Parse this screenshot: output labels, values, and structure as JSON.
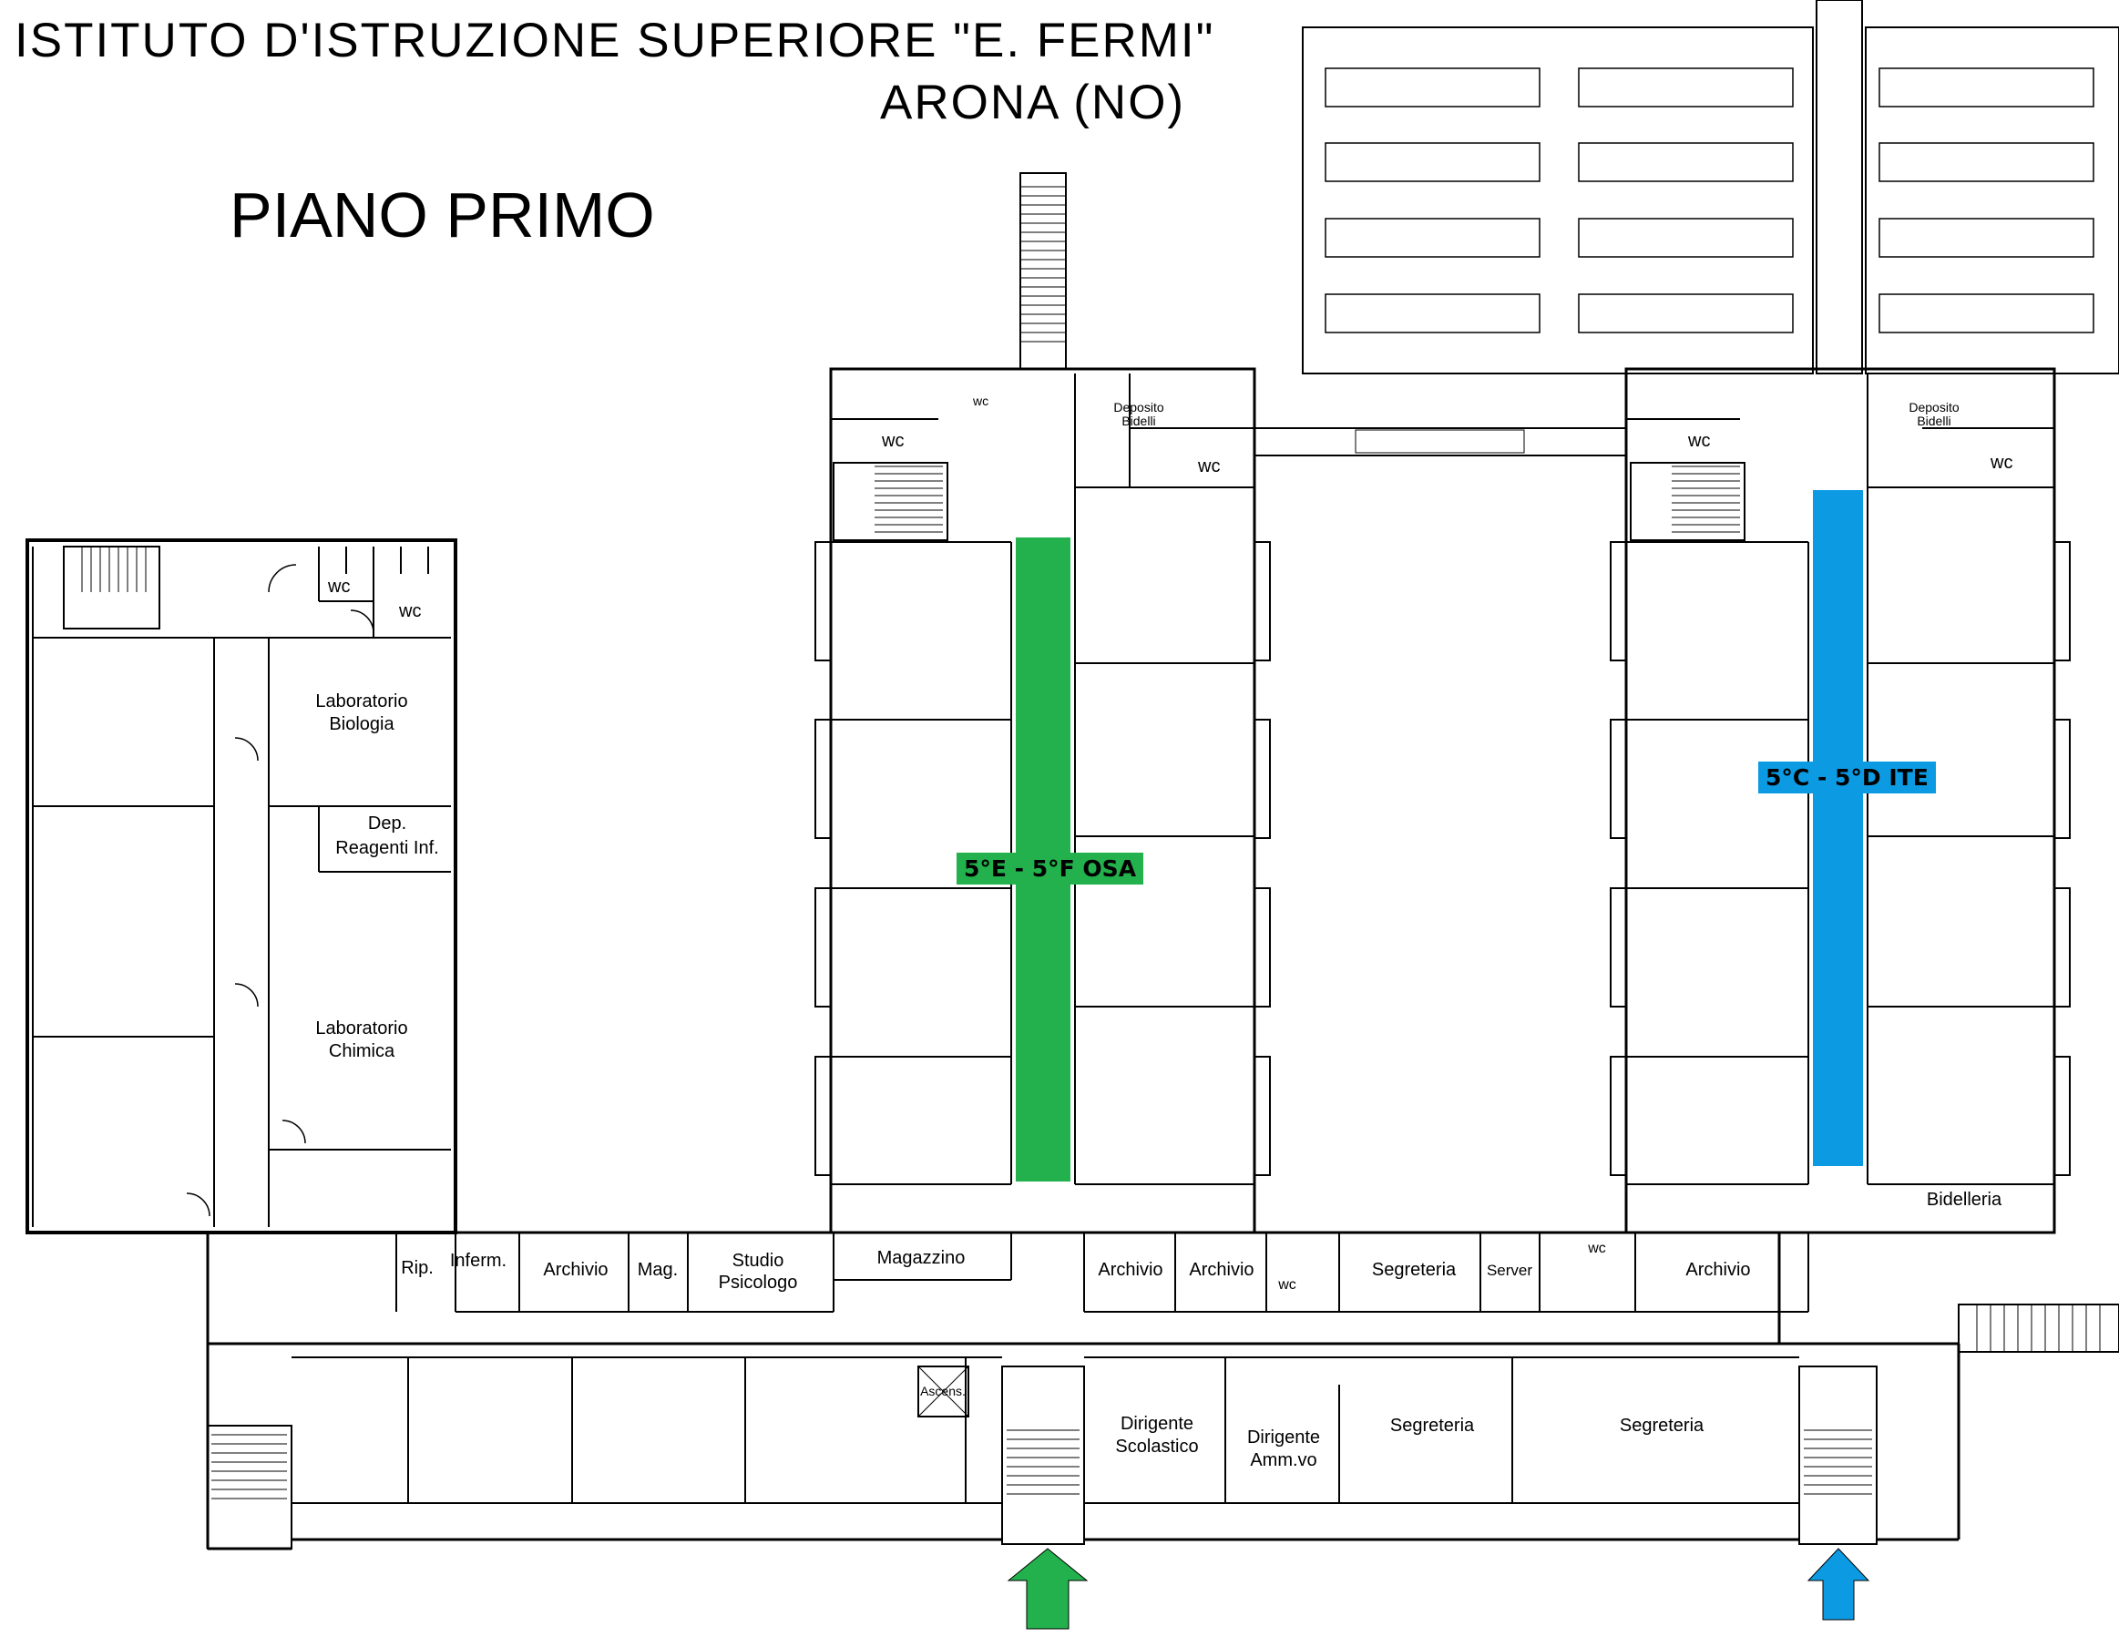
{
  "header": {
    "institute": "ISTITUTO  D'ISTRUZIONE  SUPERIORE  \"E. FERMI\"",
    "city": "ARONA  (NO)",
    "floor": "PIANO PRIMO"
  },
  "rooms": {
    "wc": "wc",
    "lab_bio_1": "Laboratorio",
    "lab_bio_2": "Biologia",
    "dep_1": "Dep.",
    "dep_2": "Reagenti Inf.",
    "lab_chim_1": "Laboratorio",
    "lab_chim_2": "Chimica",
    "deposito_1": "Deposito",
    "deposito_2": "Bidelli",
    "rip": "Rip.",
    "inferm": "Inferm.",
    "archivio": "Archivio",
    "mag": "Mag.",
    "studio_1": "Studio",
    "studio_2": "Psicologo",
    "magazzino": "Magazzino",
    "segreteria": "Segreteria",
    "server": "Server",
    "bidelleria": "Bidelleria",
    "ascens": "Ascens.",
    "dirigente": "Dirigente",
    "scolastico": "Scolastico",
    "amm": "Amm.vo"
  },
  "zones": [
    {
      "label": "5°E - 5°F OSA",
      "color": "#22b14c"
    },
    {
      "label": "5°C - 5°D ITE",
      "color": "#0c9be3"
    }
  ],
  "arrows": [
    {
      "name": "green-entrance-arrow",
      "color": "#22b14c"
    },
    {
      "name": "blue-entrance-arrow",
      "color": "#0c9be3"
    }
  ]
}
